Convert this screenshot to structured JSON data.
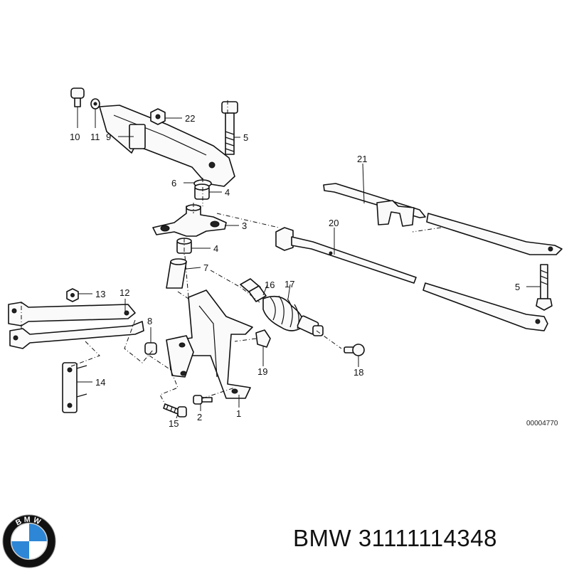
{
  "diagram": {
    "callouts": [
      {
        "id": "c10",
        "text": "10"
      },
      {
        "id": "c11",
        "text": "11"
      },
      {
        "id": "c9",
        "text": "9"
      },
      {
        "id": "c22",
        "text": "22"
      },
      {
        "id": "c5a",
        "text": "5"
      },
      {
        "id": "c6",
        "text": "6"
      },
      {
        "id": "c4a",
        "text": "4"
      },
      {
        "id": "c3",
        "text": "3"
      },
      {
        "id": "c4b",
        "text": "4"
      },
      {
        "id": "c7",
        "text": "7"
      },
      {
        "id": "c13",
        "text": "13"
      },
      {
        "id": "c12",
        "text": "12"
      },
      {
        "id": "c8",
        "text": "8"
      },
      {
        "id": "c14",
        "text": "14"
      },
      {
        "id": "c2",
        "text": "2"
      },
      {
        "id": "c15",
        "text": "15"
      },
      {
        "id": "c1",
        "text": "1"
      },
      {
        "id": "c16",
        "text": "16"
      },
      {
        "id": "c17",
        "text": "17"
      },
      {
        "id": "c19",
        "text": "19"
      },
      {
        "id": "c18",
        "text": "18"
      },
      {
        "id": "c20",
        "text": "20"
      },
      {
        "id": "c21",
        "text": "21"
      },
      {
        "id": "c5b",
        "text": "5"
      }
    ],
    "code": "00004770"
  },
  "brand": {
    "logo_icon": "bmw-roundel-icon",
    "logo_text": "BMW",
    "caption": "BMW 31111114348"
  },
  "colors": {
    "logo_blue": "#2e86d6",
    "logo_ring": "#111111"
  }
}
